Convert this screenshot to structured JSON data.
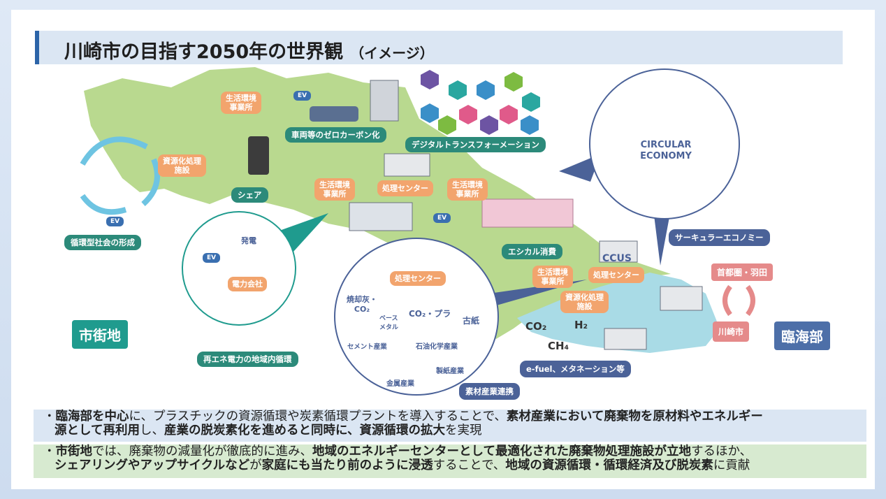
{
  "title": {
    "main": "川崎市の目指す2050年の世界観",
    "sub": "（イメージ）"
  },
  "labels": {
    "seikatsu1": "生活環境\n事業所",
    "seikatsu2": "生活環境\n事業所",
    "seikatsu3": "生活環境\n事業所",
    "seikatsu4": "生活環境\n事業所",
    "shigenka1": "資源化処理\n施設",
    "shigenka2": "資源化処理\n施設",
    "shori1": "処理センター",
    "shori2": "処理センター",
    "shori3": "処理センター",
    "zero_carbon": "車両等のゼロカーボン化",
    "dx": "デジタルトランスフォーメーション",
    "share": "シェア",
    "junkan": "循環型社会の形成",
    "ethical": "エシカル消費",
    "circular": "サーキュラーエコノミー",
    "saiene": "再エネ電力の地域内循環",
    "sozai": "素材産業連携",
    "efuel": "e-fuel、メタネーション等",
    "shigaichi": "市街地",
    "rinkai": "臨海部",
    "shutoken": "首都圏・羽田",
    "kawasaki": "川崎市",
    "ccus": "CCUS",
    "ev": "EV",
    "hatsuden": "発電",
    "denryoku": "電力会社",
    "ce_line1": "CIRCULAR",
    "ce_line2": "ECONOMY",
    "shokyakubai": "焼却灰・\nCO₂",
    "base_metal": "ベース\nメタル",
    "co2_pla": "CO₂・プラ",
    "koshi": "古紙",
    "cement": "セメント産業",
    "sekiyu": "石油化学産業",
    "kinzoku": "金属産業",
    "seishi": "製紙産業",
    "gas_co2": "CO₂",
    "gas_h2": "H₂",
    "gas_ch4": "CH₄"
  },
  "notes": {
    "n1_l1_b1": "臨海部を中心",
    "n1_l1_t1": "に、プラスチックの資源循環や炭素循環プラントを導入することで、",
    "n1_l1_b2": "素材産業において廃棄物を原材料やエネルギー",
    "n1_l2_b1": "源として再利用",
    "n1_l2_t1": "し、",
    "n1_l2_b2": "産業の脱炭素化を進めると同時に、資源循環の拡大",
    "n1_l2_t2": "を実現",
    "n2_l1_b1": "市街地",
    "n2_l1_t1": "では、廃棄物の減量化が徹底的に進み、",
    "n2_l1_b2": "地域のエネルギーセンターとして最適化された廃棄物処理施設が立地",
    "n2_l1_t2": "するほか、",
    "n2_l2_b1": "シェアリングやアップサイクルなど",
    "n2_l2_t1": "が",
    "n2_l2_b2": "家庭にも当たり前のように浸透",
    "n2_l2_t2": "することで、",
    "n2_l2_b3": "地域の資源循環・循環経済及び脱炭素",
    "n2_l2_t3": "に貢献"
  },
  "colors": {
    "map_green": "#b9d98f",
    "sea_blue": "#a9dbe6",
    "accent": "#2c64a8",
    "orange": "#f2a46d",
    "teal": "#1f9b8e",
    "navy": "#4b6298"
  }
}
